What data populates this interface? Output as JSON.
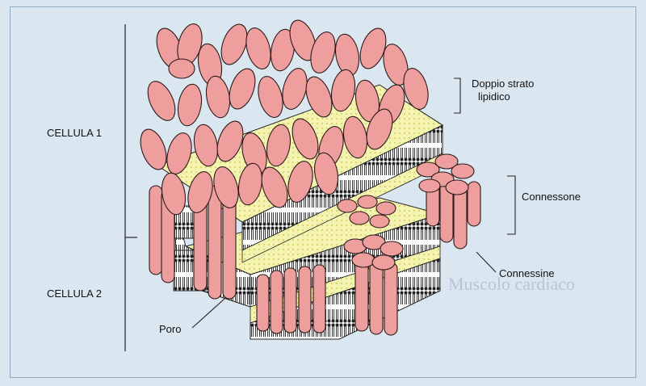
{
  "labels": {
    "doppio_line1": "Doppio strato",
    "doppio_line2": "lipidico",
    "cellula1": "CELLULA 1",
    "cellula2": "CELLULA 2",
    "connessone": "Connessone",
    "connessine": "Connessine",
    "poro": "Poro"
  },
  "background_text": {
    "heading": "Muscolo cardiaco"
  },
  "colors": {
    "page": "#dbe7f0",
    "protein_fill": "#ef9e9e",
    "protein_stroke": "#2a1a1a",
    "membrane_fill": "#f4f3b0",
    "lipid_heads": "#c9c14a",
    "frame": "#8fa9c0"
  }
}
